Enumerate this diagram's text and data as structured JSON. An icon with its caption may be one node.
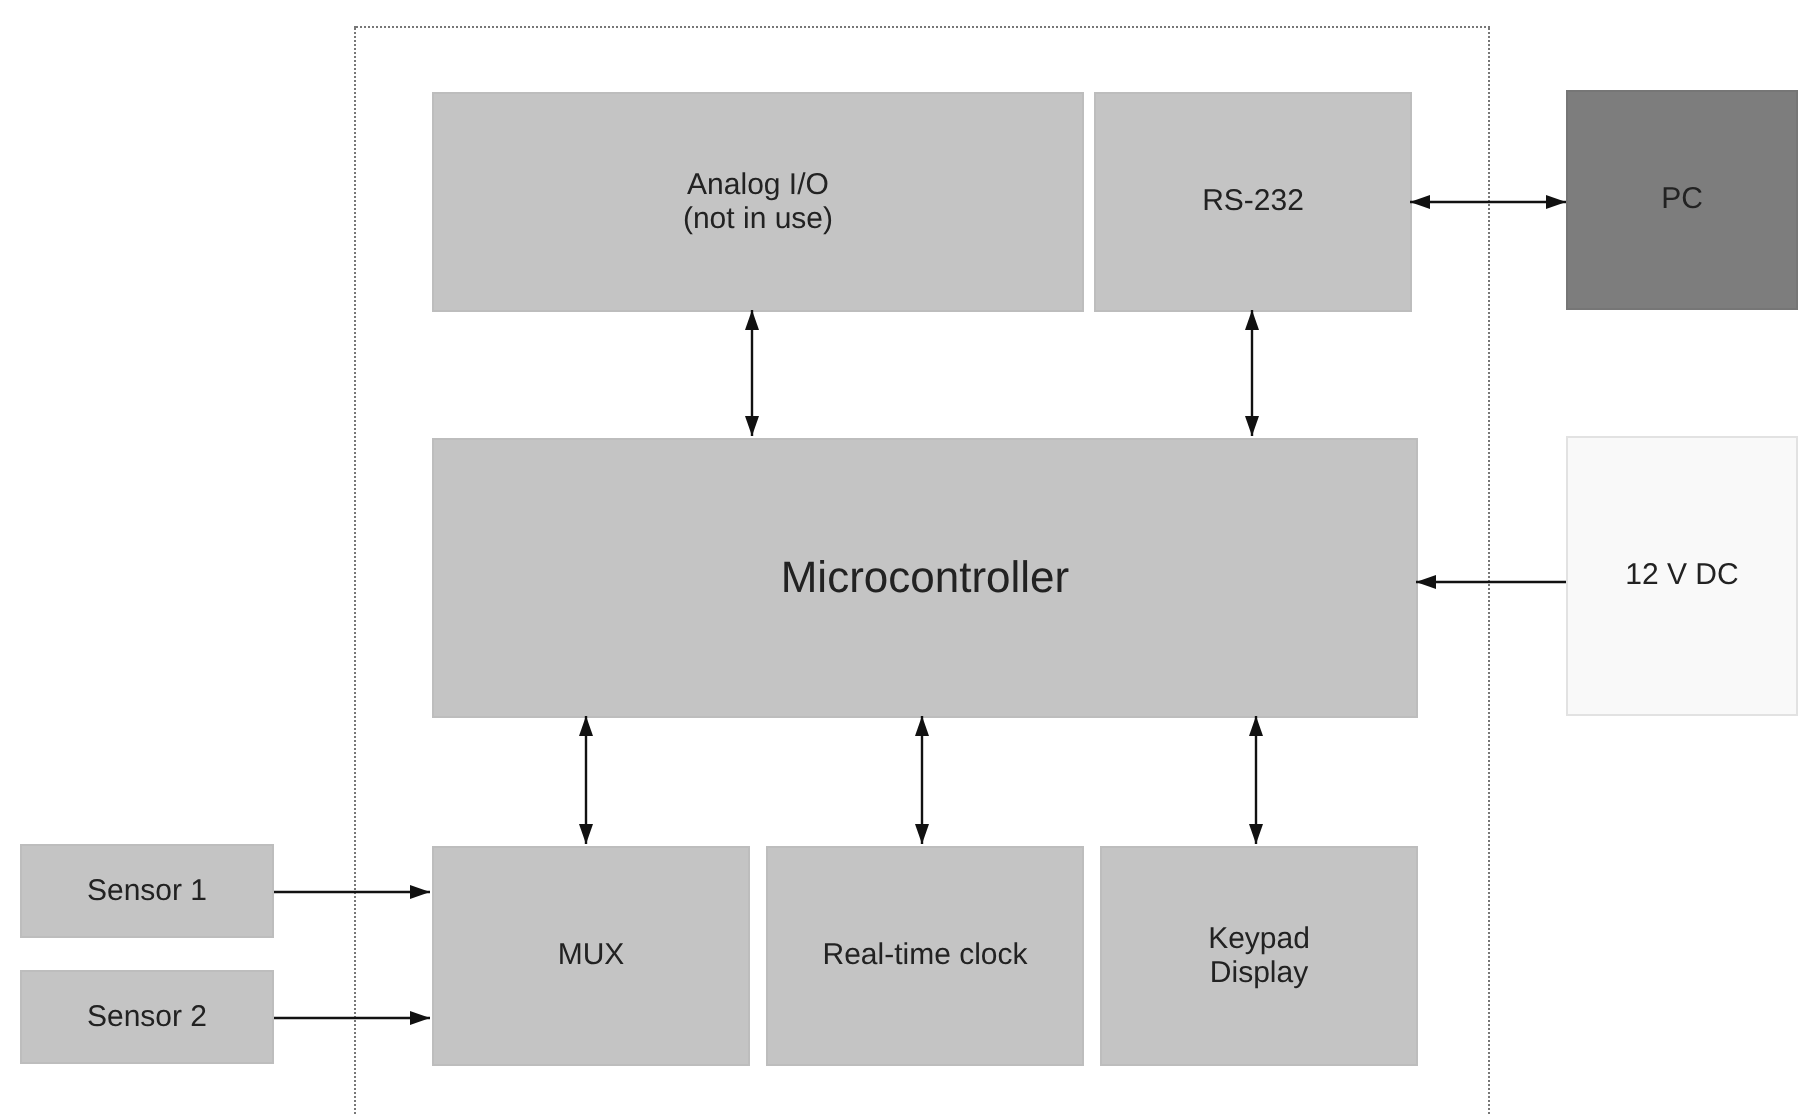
{
  "diagram": {
    "nodes": [
      {
        "text": [],
        "shape": "box"
      },
      {
        "text": [
          "Analog I/O (not in use)"
        ],
        "in": 0
      },
      {
        "text": [
          "RS-232"
        ],
        "in": 0
      },
      {
        "text": [
          "PC"
        ]
      },
      {
        "text": [
          "Microcontroller"
        ],
        "in": 0
      },
      {
        "text": [
          "12 V DC"
        ]
      },
      {
        "text": [
          "Sensor 1"
        ]
      },
      {
        "text": [
          "MUX"
        ],
        "in": 0
      },
      {
        "text": [
          "Real-time clock"
        ],
        "in": 0
      },
      {
        "text": [
          "Keypad Display"
        ],
        "in": 0
      },
      {
        "text": [
          "Sensor 2"
        ]
      }
    ],
    "edges": [
      {
        "from": 2,
        "to": 3,
        "arrow": "both"
      },
      {
        "from": 1,
        "to": 4,
        "arrow": "both"
      },
      {
        "from": 2,
        "to": 4,
        "arrow": "both"
      },
      {
        "from": 5,
        "to": 4,
        "arrow": "to"
      },
      {
        "from": 4,
        "to": 7,
        "arrow": "both"
      },
      {
        "from": 4,
        "to": 8,
        "arrow": "both"
      },
      {
        "from": 4,
        "to": 9,
        "arrow": "both"
      },
      {
        "from": 6,
        "to": 7,
        "arrow": "to"
      },
      {
        "from": 10,
        "to": 7,
        "arrow": "to"
      }
    ]
  }
}
